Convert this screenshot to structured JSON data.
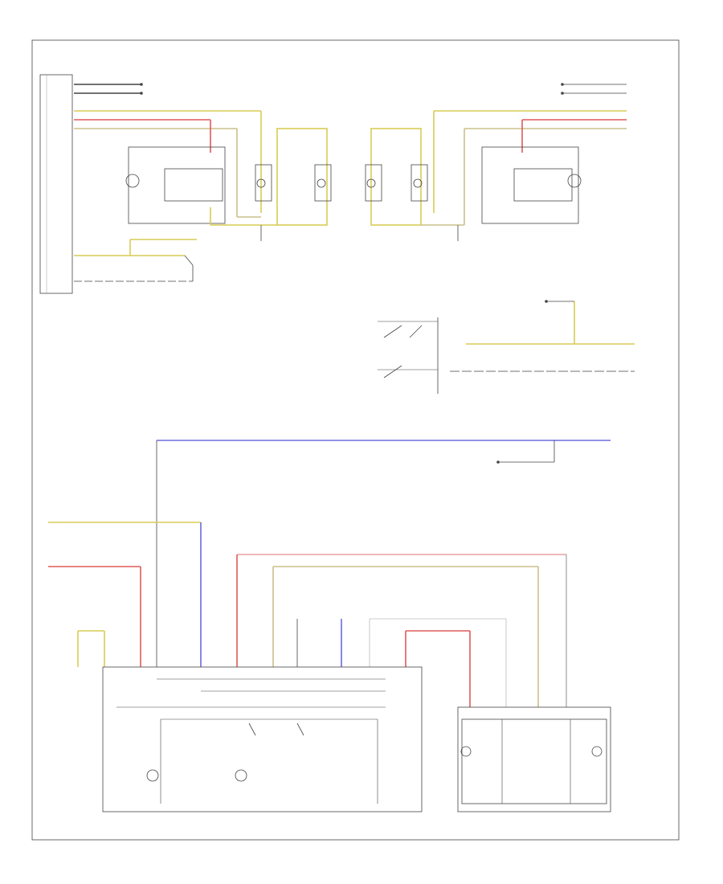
{
  "diagram": {
    "type": "wiring-schematic",
    "printed_text": {
      "page_ref": "",
      "corner_code": ""
    },
    "colors": {
      "yellow": "#d8cc55",
      "red": "#e05a5a",
      "pink": "#e8a0a0",
      "blue": "#6b6bdd",
      "gray": "#444444",
      "light_gray": "#bbbbbb",
      "tan": "#ccc08a"
    },
    "components": [
      {
        "id": "fuse-panel-left",
        "label": ""
      },
      {
        "id": "left-module",
        "label": ""
      },
      {
        "id": "left-lamp-1",
        "label": ""
      },
      {
        "id": "left-lamp-2",
        "label": ""
      },
      {
        "id": "right-lamp-1",
        "label": ""
      },
      {
        "id": "right-lamp-2",
        "label": ""
      },
      {
        "id": "right-module",
        "label": ""
      },
      {
        "id": "door-switch-left",
        "label": ""
      },
      {
        "id": "rear-door-switch",
        "label": ""
      },
      {
        "id": "rear-electronics-control-module",
        "label": ""
      },
      {
        "id": "rear-interior-light",
        "label": ""
      }
    ],
    "legend_lines": [
      "",
      ""
    ]
  }
}
